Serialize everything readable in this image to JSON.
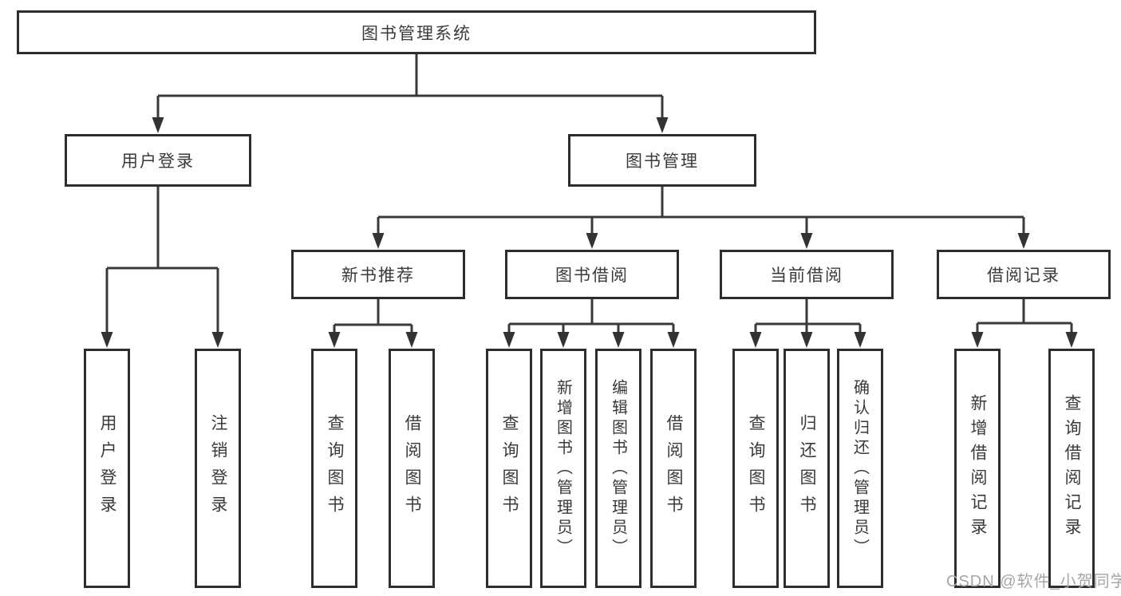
{
  "diagram": {
    "tree": {
      "label": "图书管理系统",
      "children": [
        {
          "label": "用户登录",
          "children": [
            {
              "label": "用户登录"
            },
            {
              "label": "注销登录"
            }
          ]
        },
        {
          "label": "图书管理",
          "children": [
            {
              "label": "新书推荐",
              "children": [
                {
                  "label": "查询图书"
                },
                {
                  "label": "借阅图书"
                }
              ]
            },
            {
              "label": "图书借阅",
              "children": [
                {
                  "label": "查询图书"
                },
                {
                  "label": "新增图书（管理员）"
                },
                {
                  "label": "编辑图书（管理员）"
                },
                {
                  "label": "借阅图书"
                }
              ]
            },
            {
              "label": "当前借阅",
              "children": [
                {
                  "label": "查询图书"
                },
                {
                  "label": "归还图书"
                },
                {
                  "label": "确认归还（管理员）"
                }
              ]
            },
            {
              "label": "借阅记录",
              "children": [
                {
                  "label": "新增借阅记录"
                },
                {
                  "label": "查询借阅记录"
                }
              ]
            }
          ]
        }
      ]
    },
    "watermark": "CSDN @软件_小贺同学",
    "colors": {
      "line": "#3a3a3a",
      "box_border": "#2d2d2d",
      "text": "#3a3a3a",
      "watermark": "#a6a6a6",
      "background": "#ffffff"
    }
  }
}
